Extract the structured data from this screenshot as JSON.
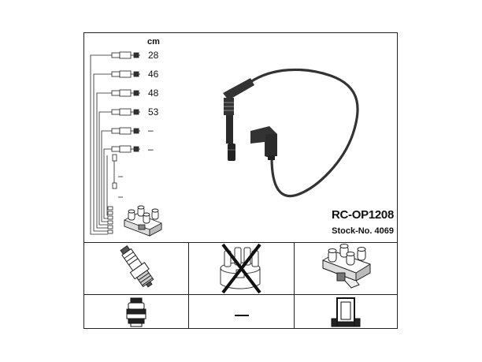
{
  "header": {
    "unit": "cm",
    "lengths": [
      "28",
      "46",
      "48",
      "53",
      "–",
      "–"
    ],
    "product_code": "RC-OP1208",
    "stock_number": "Stock-No. 4069"
  },
  "icons": {
    "main_view": "ignition-cable-icon",
    "set_overview": "cable-set-icon",
    "coil_small": "ignition-coil-icon",
    "spark_plug": "spark-plug-icon",
    "distributor_cap": "distributor-cap-crossed-icon",
    "coil_large": "ignition-coil-icon",
    "plug_connector": "plug-connector-icon",
    "coil_connector": "coil-connector-icon"
  },
  "grid": {
    "dash_cell": "—"
  }
}
